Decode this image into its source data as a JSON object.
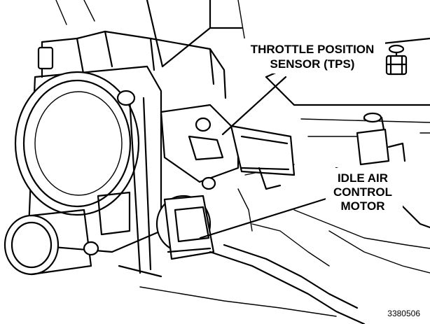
{
  "diagram": {
    "labels": {
      "tps_line1": "THROTTLE POSITION",
      "tps_line2": "SENSOR (TPS)",
      "iac_line1": "IDLE AIR",
      "iac_line2": "CONTROL",
      "iac_line3": "MOTOR"
    },
    "figure_number": "3380506"
  }
}
